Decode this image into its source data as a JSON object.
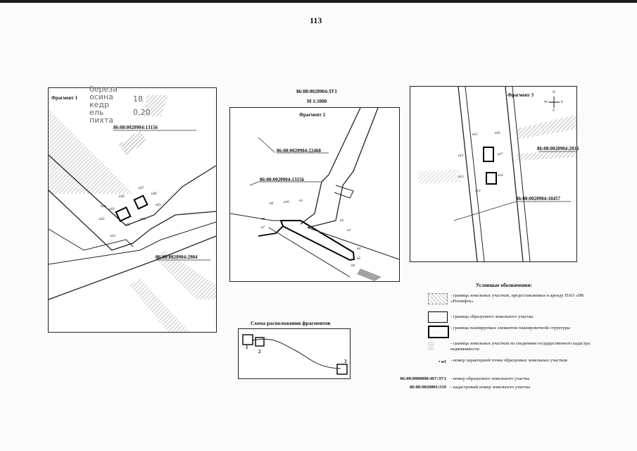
{
  "page": {
    "number": "113"
  },
  "header": {
    "plot_id": "86:08:0020904:ЗУ1",
    "scale": "М 1:1000"
  },
  "fragment1": {
    "title": "Фрагмент 1",
    "species_labels": [
      "береза",
      "осина",
      "кедр",
      "ель",
      "пихта"
    ],
    "side_values": [
      "18",
      "0,20"
    ],
    "cadastral_a": "86:08:0020904:13156",
    "cadastral_b": "86:08:0020904:2904",
    "points": [
      "н18",
      "н19",
      "н20",
      "н21",
      "н22",
      "н23",
      "н24",
      "н25",
      "н26",
      "н27"
    ]
  },
  "fragment2": {
    "title": "Фрагмент 2",
    "cadastral_a": "86:08:0020904:22468",
    "cadastral_b": "86:08:0020904:13156",
    "points": [
      "н1",
      "н2",
      "н3",
      "н4",
      "н5",
      "н6",
      "н7",
      "н8",
      "н9",
      "н10"
    ]
  },
  "fragment3": {
    "title": "Фрагмент 3",
    "compass": {
      "n": "N",
      "e": "E",
      "s": "S",
      "w": "W"
    },
    "cadastral_a": "86:08:0020904:2016",
    "cadastral_b": "86:08:0020904:18457",
    "points": [
      "н11",
      "н12",
      "н13",
      "н14",
      "н15",
      "н16",
      "н17"
    ]
  },
  "scheme": {
    "title": "Схема расположения фрагментов",
    "labels": [
      "1",
      "2",
      "3"
    ]
  },
  "legend": {
    "title": "Условные обозначения:",
    "items": [
      {
        "text": "- граница земельных участков, предоставляемых в аренду ПАО «НК «Роснефть»"
      },
      {
        "text": "- граница образуемого земельного участка"
      },
      {
        "text": "- граница планируемых элементов планировочной структуры"
      },
      {
        "text": "- граница земельных участков по сведениям государственного кадастра недвижимости"
      },
      {
        "code": "• н1",
        "text": "- номер характерной точки образуемых земельных участков"
      },
      {
        "code": "86:08:0000000:467:ЗУ1",
        "text": "- номер образуемого земельного участка"
      },
      {
        "code": "86:08:0020801:519",
        "text": "- кадастровый номер земельного участка"
      }
    ]
  }
}
